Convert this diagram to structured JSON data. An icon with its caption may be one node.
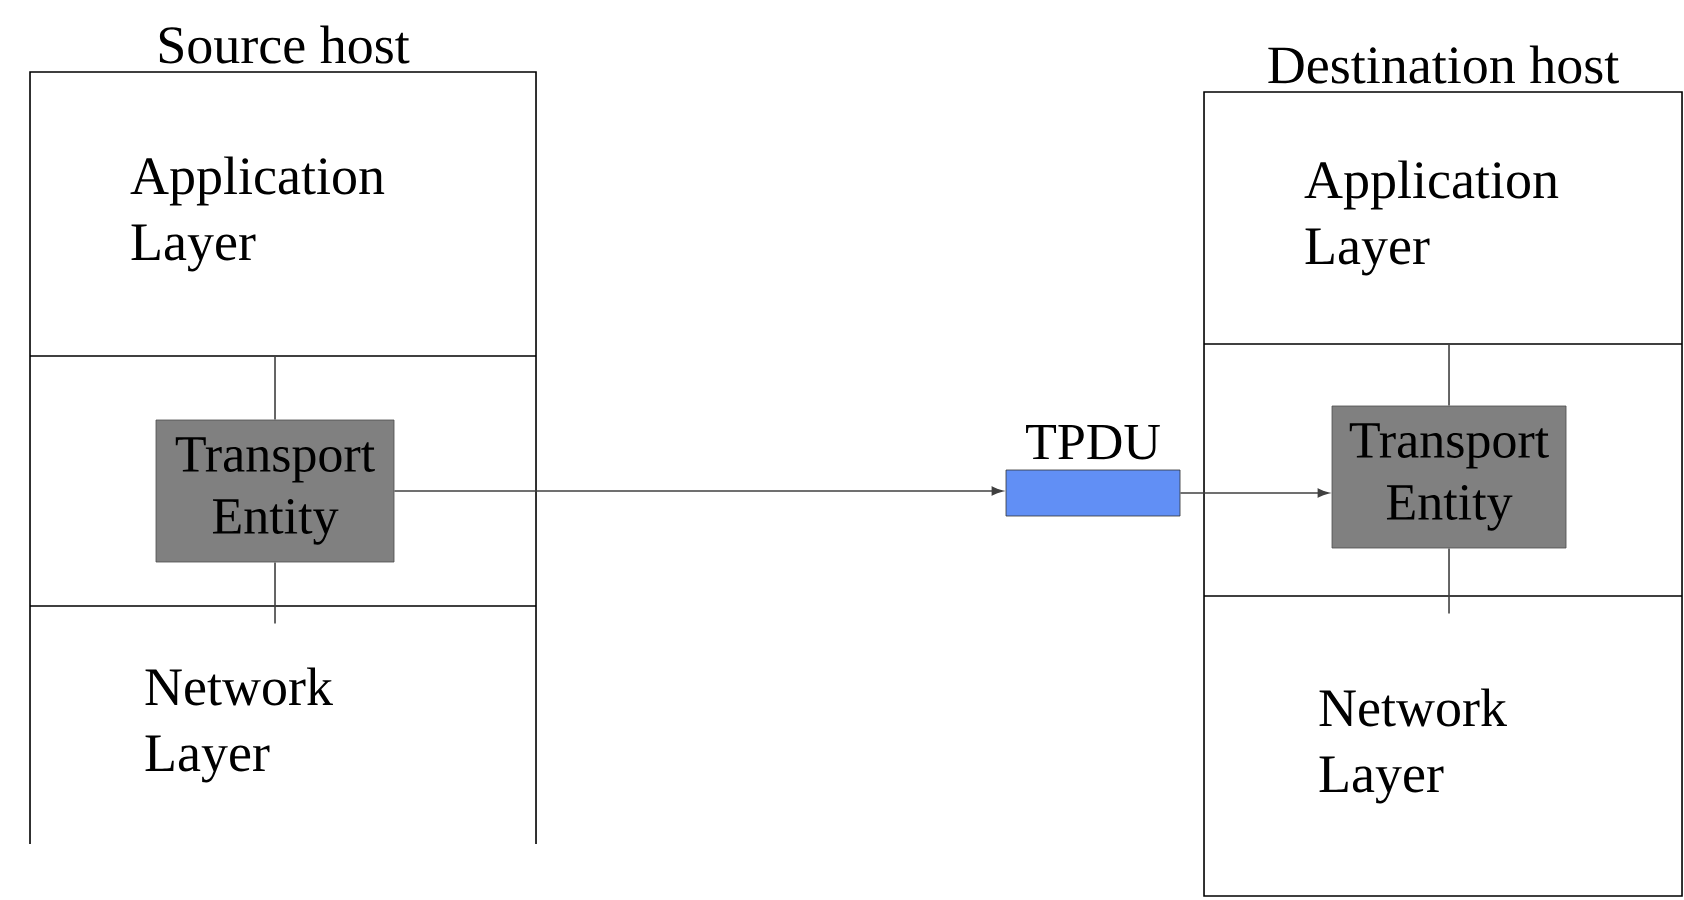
{
  "diagram": {
    "nodes": [
      {
        "text": [
          "Source host"
        ]
      },
      {
        "text": [
          "Application Layer"
        ],
        "in": 0
      },
      {
        "text": [
          "Transport Entity"
        ],
        "in": 0
      },
      {
        "text": [
          "Network Layer"
        ],
        "in": 0
      },
      {
        "text": [
          "Destination host"
        ]
      },
      {
        "text": [
          "Application Layer"
        ],
        "in": 4
      },
      {
        "text": [
          "Transport Entity"
        ],
        "in": 4
      },
      {
        "text": [
          "Network Layer"
        ],
        "in": 4
      },
      {
        "text": [
          "TPDU"
        ]
      }
    ],
    "edges": [
      {
        "from": 1,
        "to": 2,
        "arrow": "none"
      },
      {
        "from": 2,
        "to": 3,
        "arrow": "none"
      },
      {
        "from": 5,
        "to": 6,
        "arrow": "none"
      },
      {
        "from": 6,
        "to": 7,
        "arrow": "none"
      },
      {
        "from": 2,
        "to": 8,
        "arrow": "to"
      },
      {
        "from": 8,
        "to": 6,
        "arrow": "to"
      }
    ]
  }
}
